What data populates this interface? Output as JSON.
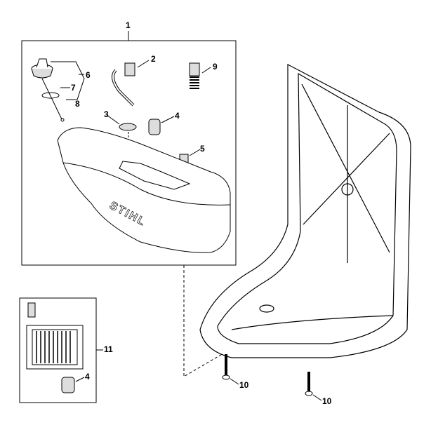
{
  "callouts": {
    "c1": "1",
    "c2": "2",
    "c3": "3",
    "c4a": "4",
    "c5": "5",
    "c6": "6",
    "c7": "7",
    "c8": "8",
    "c9": "9",
    "c10a": "10",
    "c10b": "10",
    "c11": "11",
    "c4b": "4"
  },
  "tank_logo": "STIHL",
  "colors": {
    "line": "#000000",
    "fill": "#ffffff",
    "shade": "#d8d8d8"
  }
}
